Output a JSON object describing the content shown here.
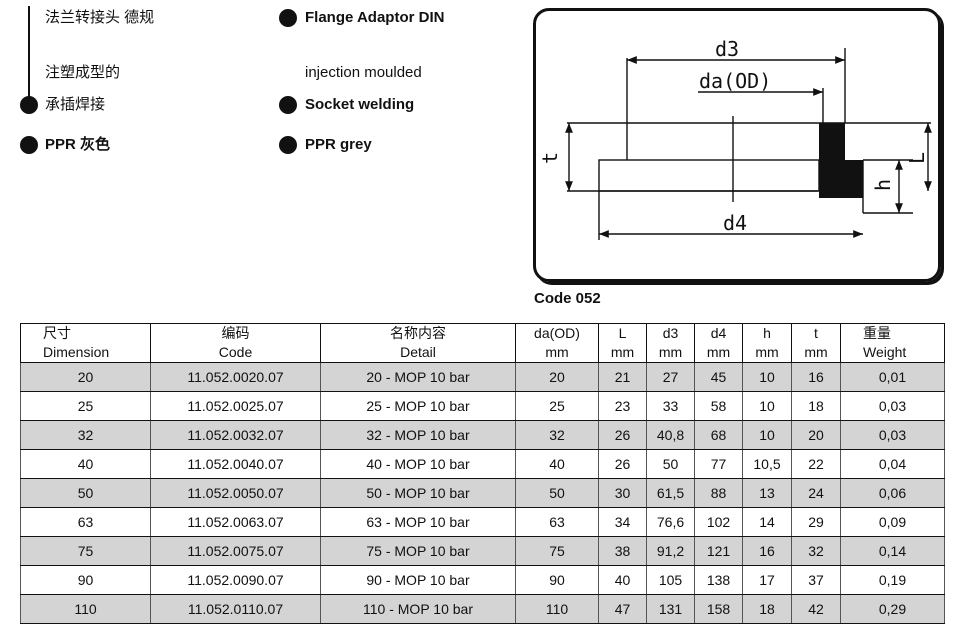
{
  "features_zh": {
    "line1": "法兰转接头 德规",
    "line2": "注塑成型的",
    "line3": "承插焊接",
    "line4": "PPR 灰色"
  },
  "features_en": {
    "line1": "Flange Adaptor DIN",
    "line2": "injection moulded",
    "line3": "Socket welding",
    "line4": "PPR grey"
  },
  "diagram": {
    "label_d3": "d3",
    "label_da": "da(OD)",
    "label_d4": "d4",
    "label_t": "t",
    "label_L": "L",
    "label_h": "h",
    "caption": "Code 052"
  },
  "table": {
    "headers": [
      {
        "zh": "尺寸",
        "en": "Dimension"
      },
      {
        "zh": "编码",
        "en": "Code"
      },
      {
        "zh": "名称内容",
        "en": "Detail"
      },
      {
        "zh": "da(OD)",
        "en": "mm"
      },
      {
        "zh": "L",
        "en": "mm"
      },
      {
        "zh": "d3",
        "en": "mm"
      },
      {
        "zh": "d4",
        "en": "mm"
      },
      {
        "zh": "h",
        "en": "mm"
      },
      {
        "zh": "t",
        "en": "mm"
      },
      {
        "zh": "重量",
        "en": "Weight"
      }
    ],
    "rows": [
      [
        "20",
        "11.052.0020.07",
        "20 - MOP 10 bar",
        "20",
        "21",
        "27",
        "45",
        "10",
        "16",
        "0,01"
      ],
      [
        "25",
        "11.052.0025.07",
        "25 - MOP 10 bar",
        "25",
        "23",
        "33",
        "58",
        "10",
        "18",
        "0,03"
      ],
      [
        "32",
        "11.052.0032.07",
        "32 - MOP 10 bar",
        "32",
        "26",
        "40,8",
        "68",
        "10",
        "20",
        "0,03"
      ],
      [
        "40",
        "11.052.0040.07",
        "40 - MOP 10 bar",
        "40",
        "26",
        "50",
        "77",
        "10,5",
        "22",
        "0,04"
      ],
      [
        "50",
        "11.052.0050.07",
        "50 - MOP 10 bar",
        "50",
        "30",
        "61,5",
        "88",
        "13",
        "24",
        "0,06"
      ],
      [
        "63",
        "11.052.0063.07",
        "63 - MOP 10 bar",
        "63",
        "34",
        "76,6",
        "102",
        "14",
        "29",
        "0,09"
      ],
      [
        "75",
        "11.052.0075.07",
        "75 - MOP 10 bar",
        "75",
        "38",
        "91,2",
        "121",
        "16",
        "32",
        "0,14"
      ],
      [
        "90",
        "11.052.0090.07",
        "90 - MOP 10 bar",
        "90",
        "40",
        "105",
        "138",
        "17",
        "37",
        "0,19"
      ],
      [
        "110",
        "11.052.0110.07",
        "110 - MOP 10 bar",
        "110",
        "47",
        "131",
        "158",
        "18",
        "42",
        "0,29"
      ]
    ]
  }
}
